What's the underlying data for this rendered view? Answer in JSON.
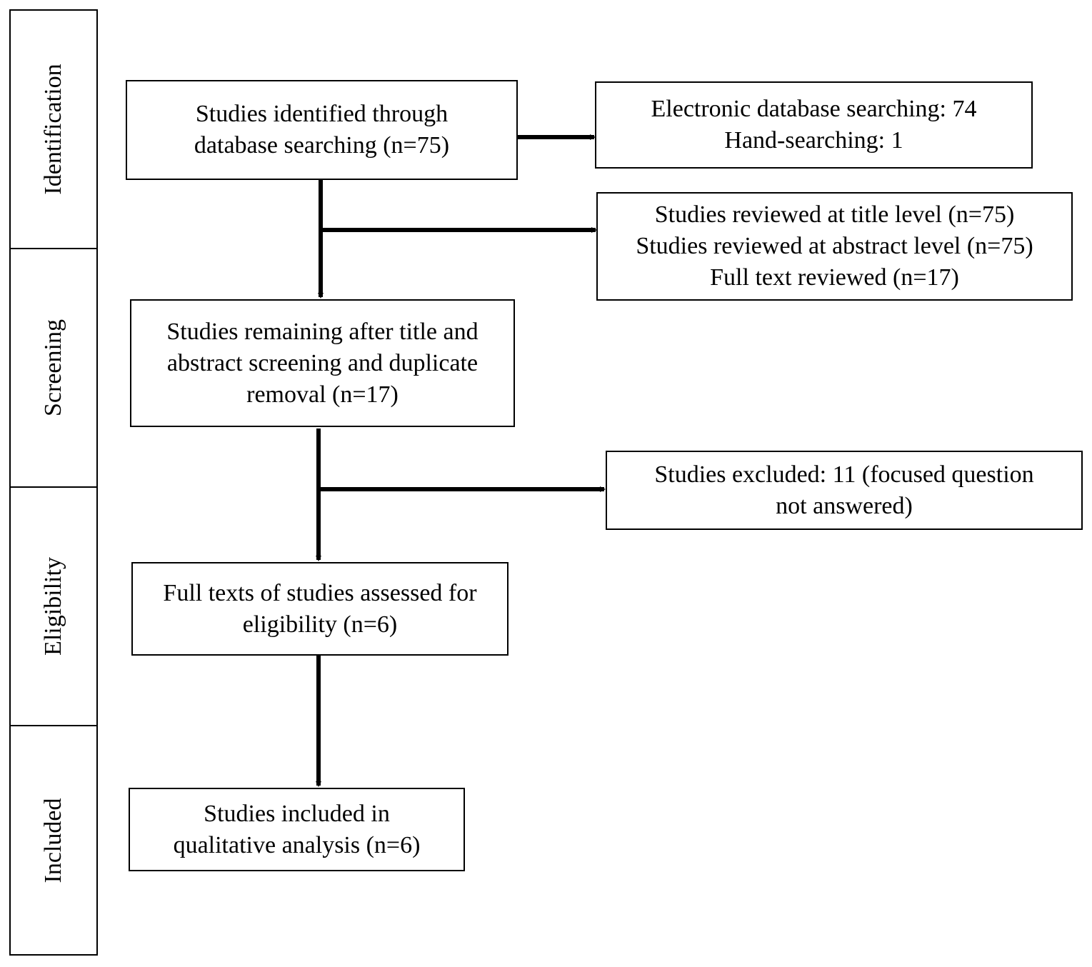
{
  "phases": {
    "identification": "Identification",
    "screening": "Screening",
    "eligibility": "Eligibility",
    "included": "Included"
  },
  "boxes": {
    "identified": [
      "Studies identified through",
      "database searching (n=75)"
    ],
    "sources": [
      "Electronic database searching: 74",
      "Hand-searching: 1"
    ],
    "reviewed": [
      "Studies reviewed at title level (n=75)",
      "Studies reviewed at abstract level (n=75)",
      "Full text reviewed (n=17)"
    ],
    "remaining": [
      "Studies remaining after title and",
      "abstract screening and duplicate",
      "removal (n=17)"
    ],
    "excluded": [
      "Studies excluded: 11 (focused question",
      "not answered)"
    ],
    "fulltext": [
      "Full texts of studies assessed for",
      "eligibility (n=6)"
    ],
    "included": [
      "Studies included in",
      "qualitative analysis (n=6)"
    ]
  }
}
